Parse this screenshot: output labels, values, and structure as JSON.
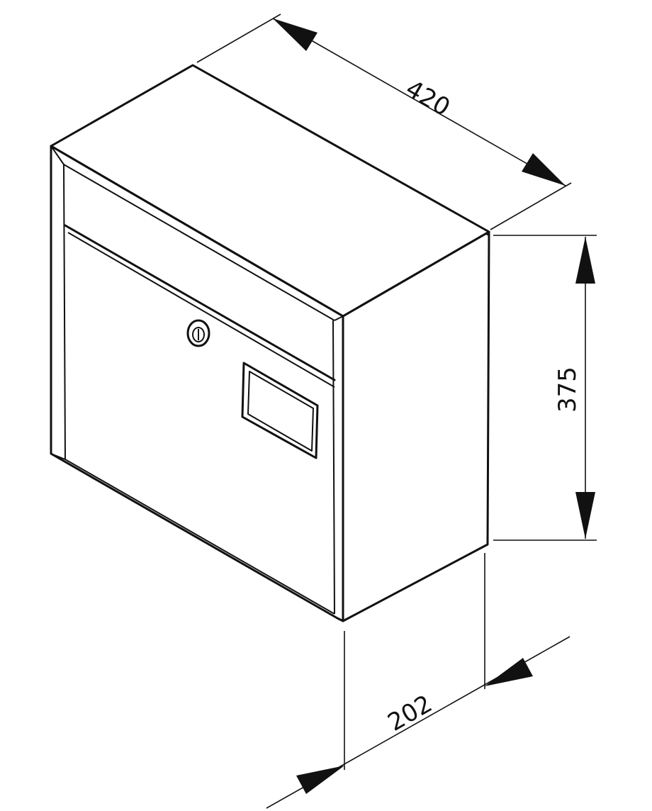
{
  "drawing": {
    "dimensions": {
      "width": "420",
      "height": "375",
      "depth": "202"
    },
    "colors": {
      "line": "#111111",
      "background": "#ffffff"
    }
  }
}
